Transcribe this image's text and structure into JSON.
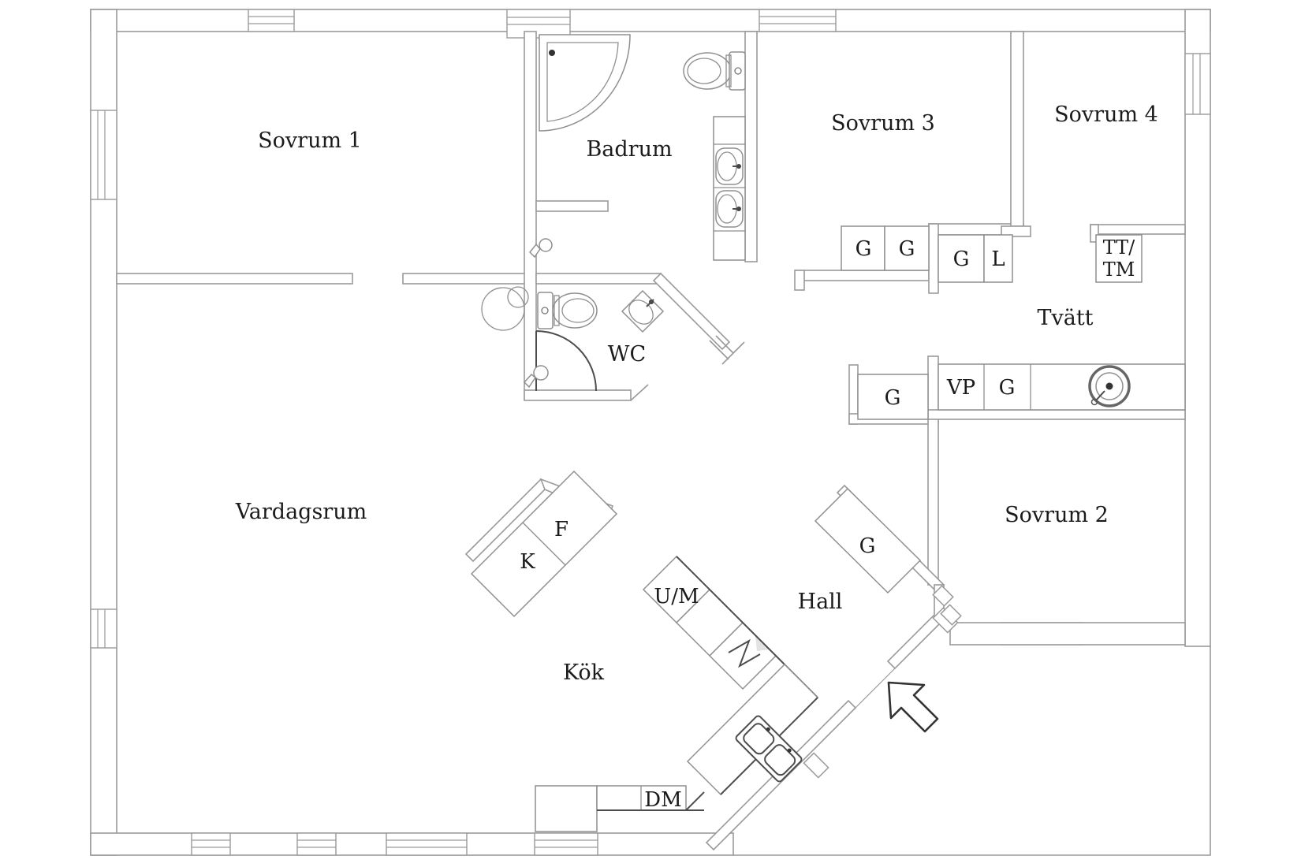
{
  "document": {
    "type": "floor-plan",
    "language": "sv"
  },
  "colors": {
    "background": "#ffffff",
    "wall_line": "#9a9a9a",
    "fixture_line": "#8f8f8f",
    "dark_line": "#4d4d4d",
    "text": "#1b1b1b"
  },
  "labels": {
    "rooms": {
      "sovrum1": "Sovrum 1",
      "badrum": "Badrum",
      "sovrum3": "Sovrum 3",
      "sovrum4": "Sovrum 4",
      "tvatt": "Tvätt",
      "wc": "WC",
      "vardagsrum": "Vardagsrum",
      "hall": "Hall",
      "kok": "Kök",
      "sovrum2": "Sovrum 2"
    },
    "units": {
      "g_sovrum3_1": "G",
      "g_sovrum3_2": "G",
      "g_closet": "G",
      "l_closet": "L",
      "tt_line1": "TT/",
      "tt_line2": "TM",
      "g_tvatt_cabinet": "G",
      "vp": "VP",
      "g_tvatt_counter": "G",
      "g_hall_wardrobe": "G",
      "k_fridge": "K",
      "f_freezer": "F",
      "um_oven_micro": "U/M",
      "dm_dishwasher": "DM"
    }
  }
}
